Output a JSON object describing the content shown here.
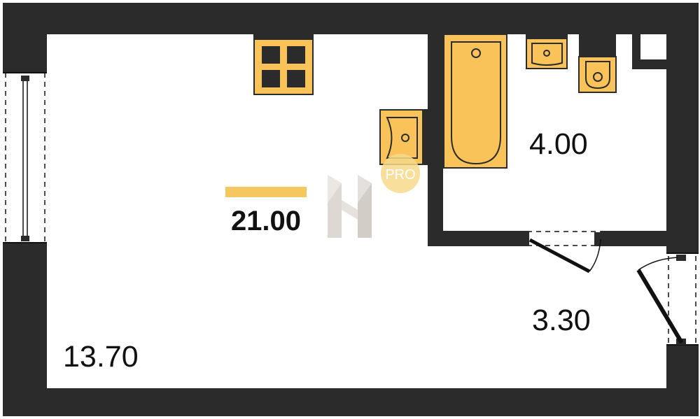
{
  "plan": {
    "total_area": "21.00",
    "rooms": [
      {
        "id": "living",
        "area": "13.70"
      },
      {
        "id": "bathroom",
        "area": "4.00"
      },
      {
        "id": "hallway",
        "area": "3.30"
      }
    ],
    "watermark": {
      "logo_text": "PRO"
    }
  },
  "colors": {
    "wall": "#2b2b2b",
    "fixture": "#f9c35a",
    "accent_bar": "#f6c760",
    "logo_badge": "#f7d98a",
    "watermark": "#d8d2cc"
  }
}
